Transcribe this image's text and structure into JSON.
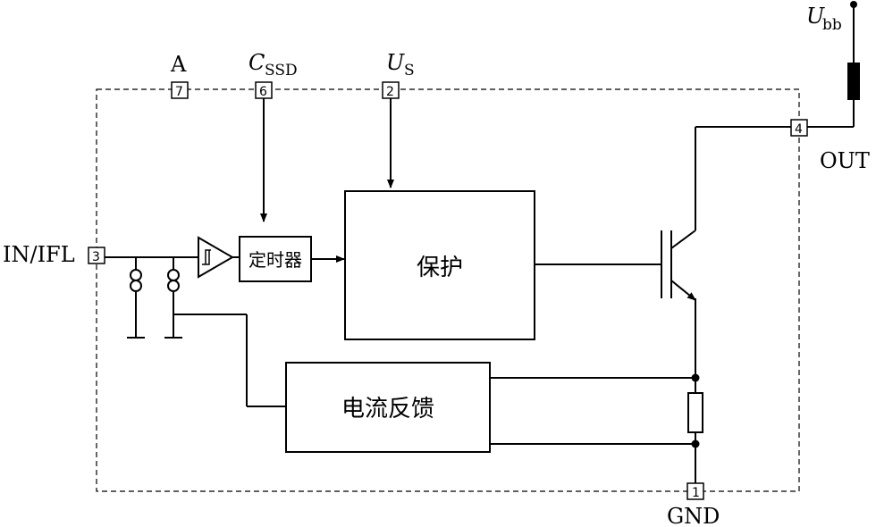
{
  "labels": {
    "ubb_main": "U",
    "ubb_sub": "bb",
    "out": "OUT",
    "gnd": "GND",
    "in_ifl": "IN/IFL",
    "a": "A",
    "cssd_main": "C",
    "cssd_sub": "SSD",
    "us_main": "U",
    "us_sub": "S"
  },
  "pins": {
    "pin_a": "7",
    "pin_cssd": "6",
    "pin_us": "2",
    "pin_out": "4",
    "pin_in": "3",
    "pin_gnd": "1"
  },
  "blocks": {
    "timer": "定时器",
    "protection": "保护",
    "current_feedback": "电流反馈"
  }
}
